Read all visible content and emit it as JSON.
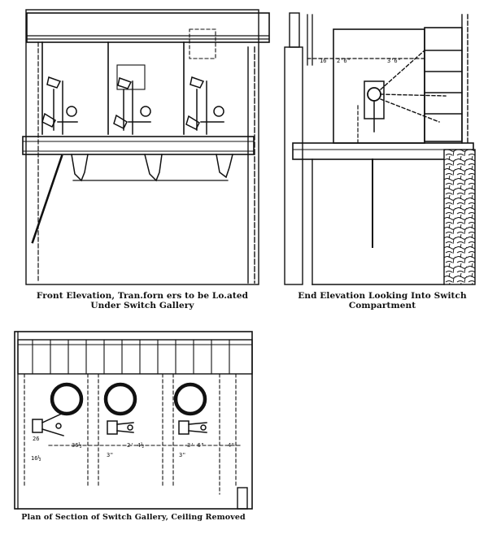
{
  "figures": {
    "front_elevation": {
      "caption_line1": "Front Elevation, Tran.forn ers to be Lo.ated",
      "caption_line2": "Under Switch Gallery"
    },
    "end_elevation": {
      "caption_line1": "End Elevation Looking Into Switch",
      "caption_line2": "Compartment"
    },
    "plan_section": {
      "caption": "Plan of Section of Switch Gallery, Ceiling Removed"
    }
  },
  "dimension_labels": {
    "end_16": "16",
    "end_2_6": "2'6\"",
    "end_3_6": "3'6\"",
    "plan_26": "26",
    "plan_16_half": "16½",
    "plan_36_half": "36½",
    "plan_2_4_half": "2' 4½",
    "plan_3_6": "3' 6\"",
    "plan_4": "4\"",
    "plan_3a": "3\"",
    "plan_3b": "3\""
  }
}
